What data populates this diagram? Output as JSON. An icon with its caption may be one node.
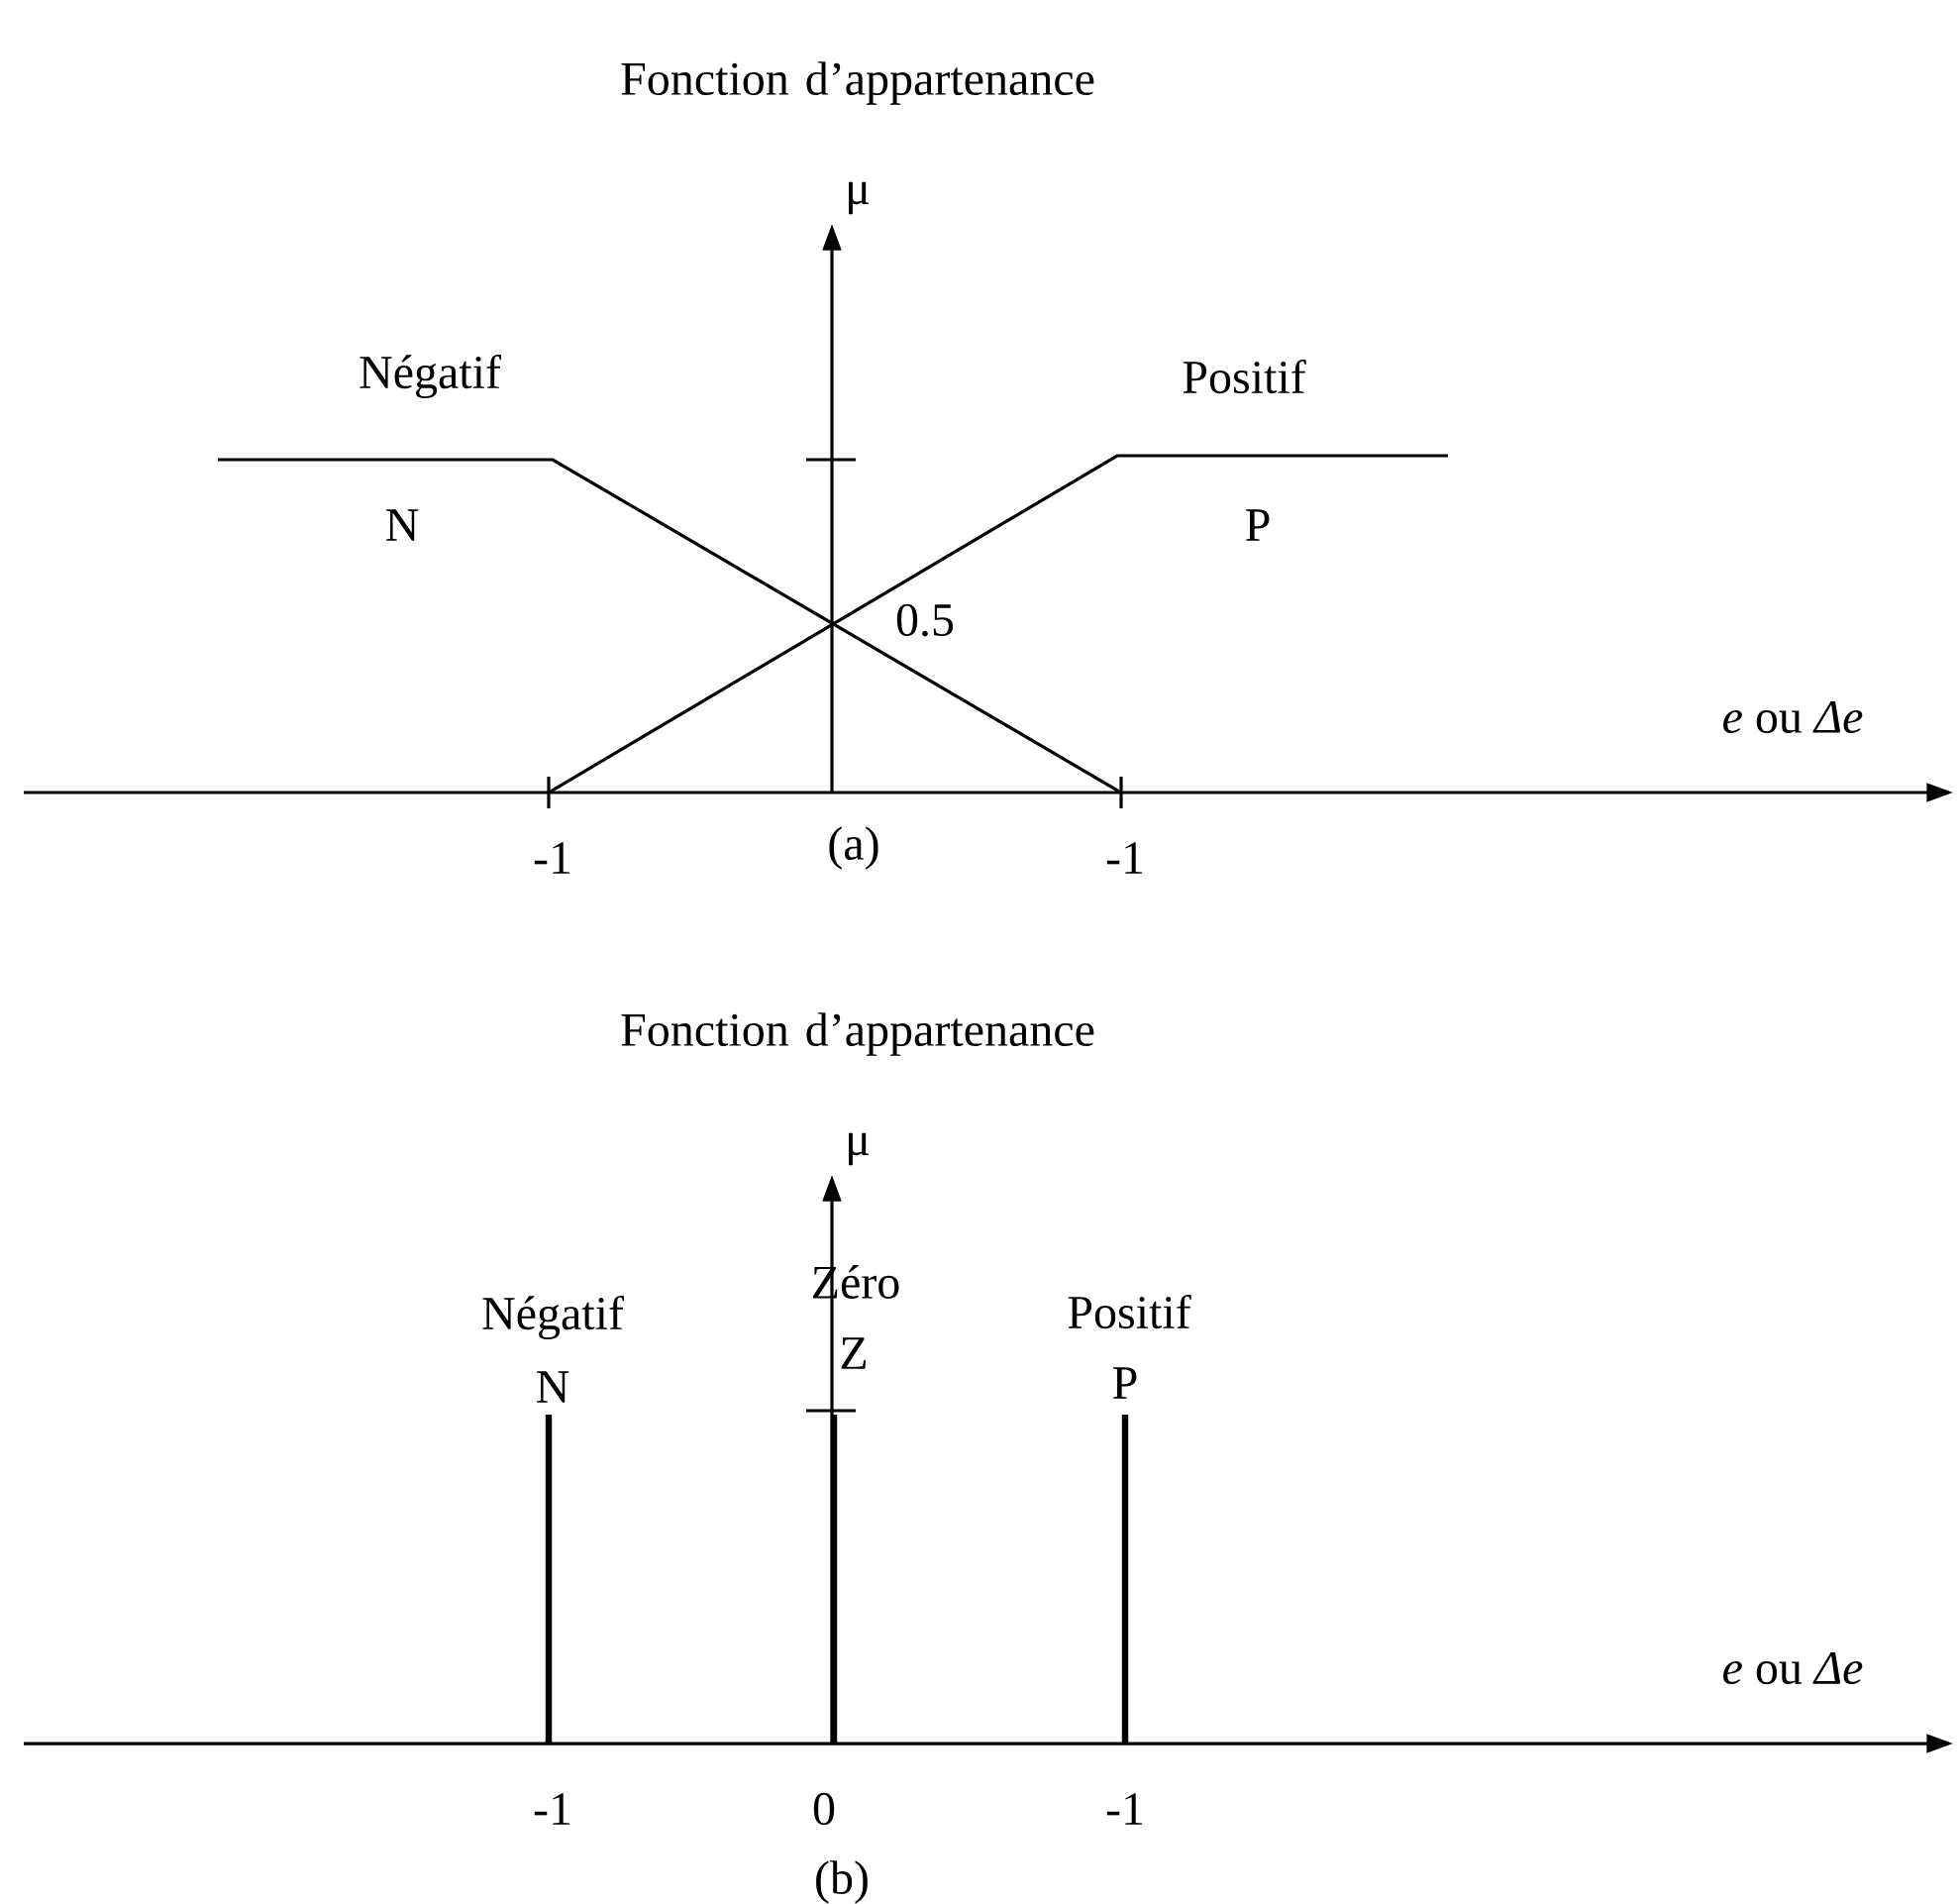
{
  "diagram": {
    "labels": [
      "Fonction d’appartenance",
      "μ",
      "Négatif",
      "Positif",
      "N",
      "P",
      "0.5",
      "*e* ou *Δe*",
      "-1",
      "(a)",
      "-1",
      "Fonction d’appartenance",
      "μ",
      "Zéro",
      "Négatif",
      "Positif",
      "N",
      "Z",
      "P",
      "*e* ou *Δe*",
      "-1",
      "0",
      "-1",
      "(b)"
    ]
  }
}
